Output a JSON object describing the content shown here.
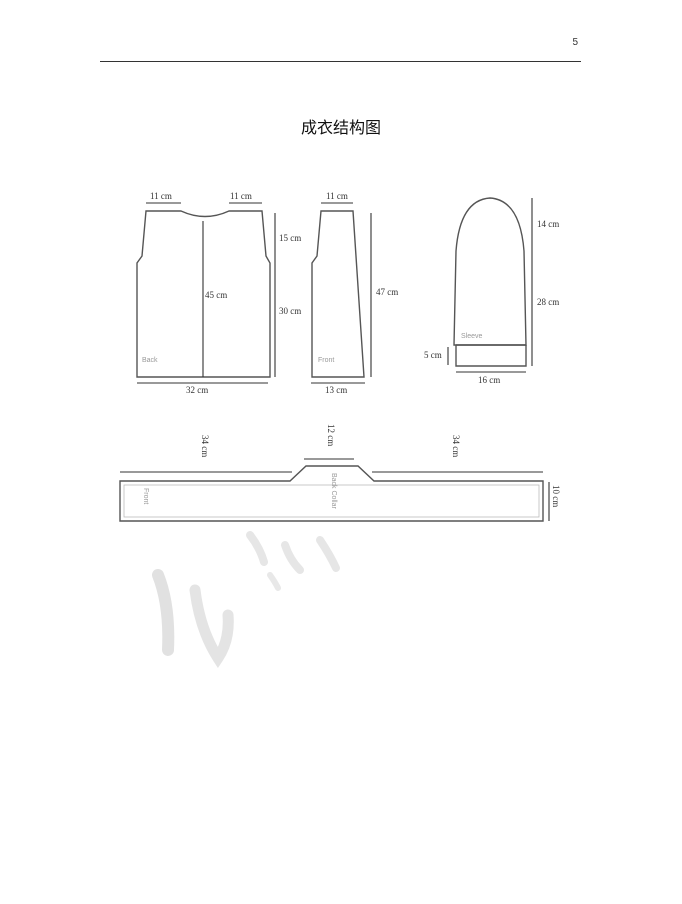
{
  "page": {
    "number": "5",
    "title": "成衣结构图"
  },
  "back_piece": {
    "label": "Back",
    "shoulder_left": "11 cm",
    "shoulder_right": "11 cm",
    "armhole": "15 cm",
    "side": "30 cm",
    "length": "45 cm",
    "width": "32 cm"
  },
  "front_piece": {
    "label": "Front",
    "shoulder": "11 cm",
    "length": "47 cm",
    "width": "13 cm"
  },
  "sleeve_piece": {
    "label": "Sleeve",
    "cap": "14 cm",
    "length": "28 cm",
    "cuff": "5 cm",
    "width": "16 cm"
  },
  "band_piece": {
    "label_left": "Front",
    "label_center": "Back Collar",
    "left_length": "34 cm",
    "center_length": "12 cm",
    "right_length": "34 cm",
    "height": "10 cm"
  }
}
